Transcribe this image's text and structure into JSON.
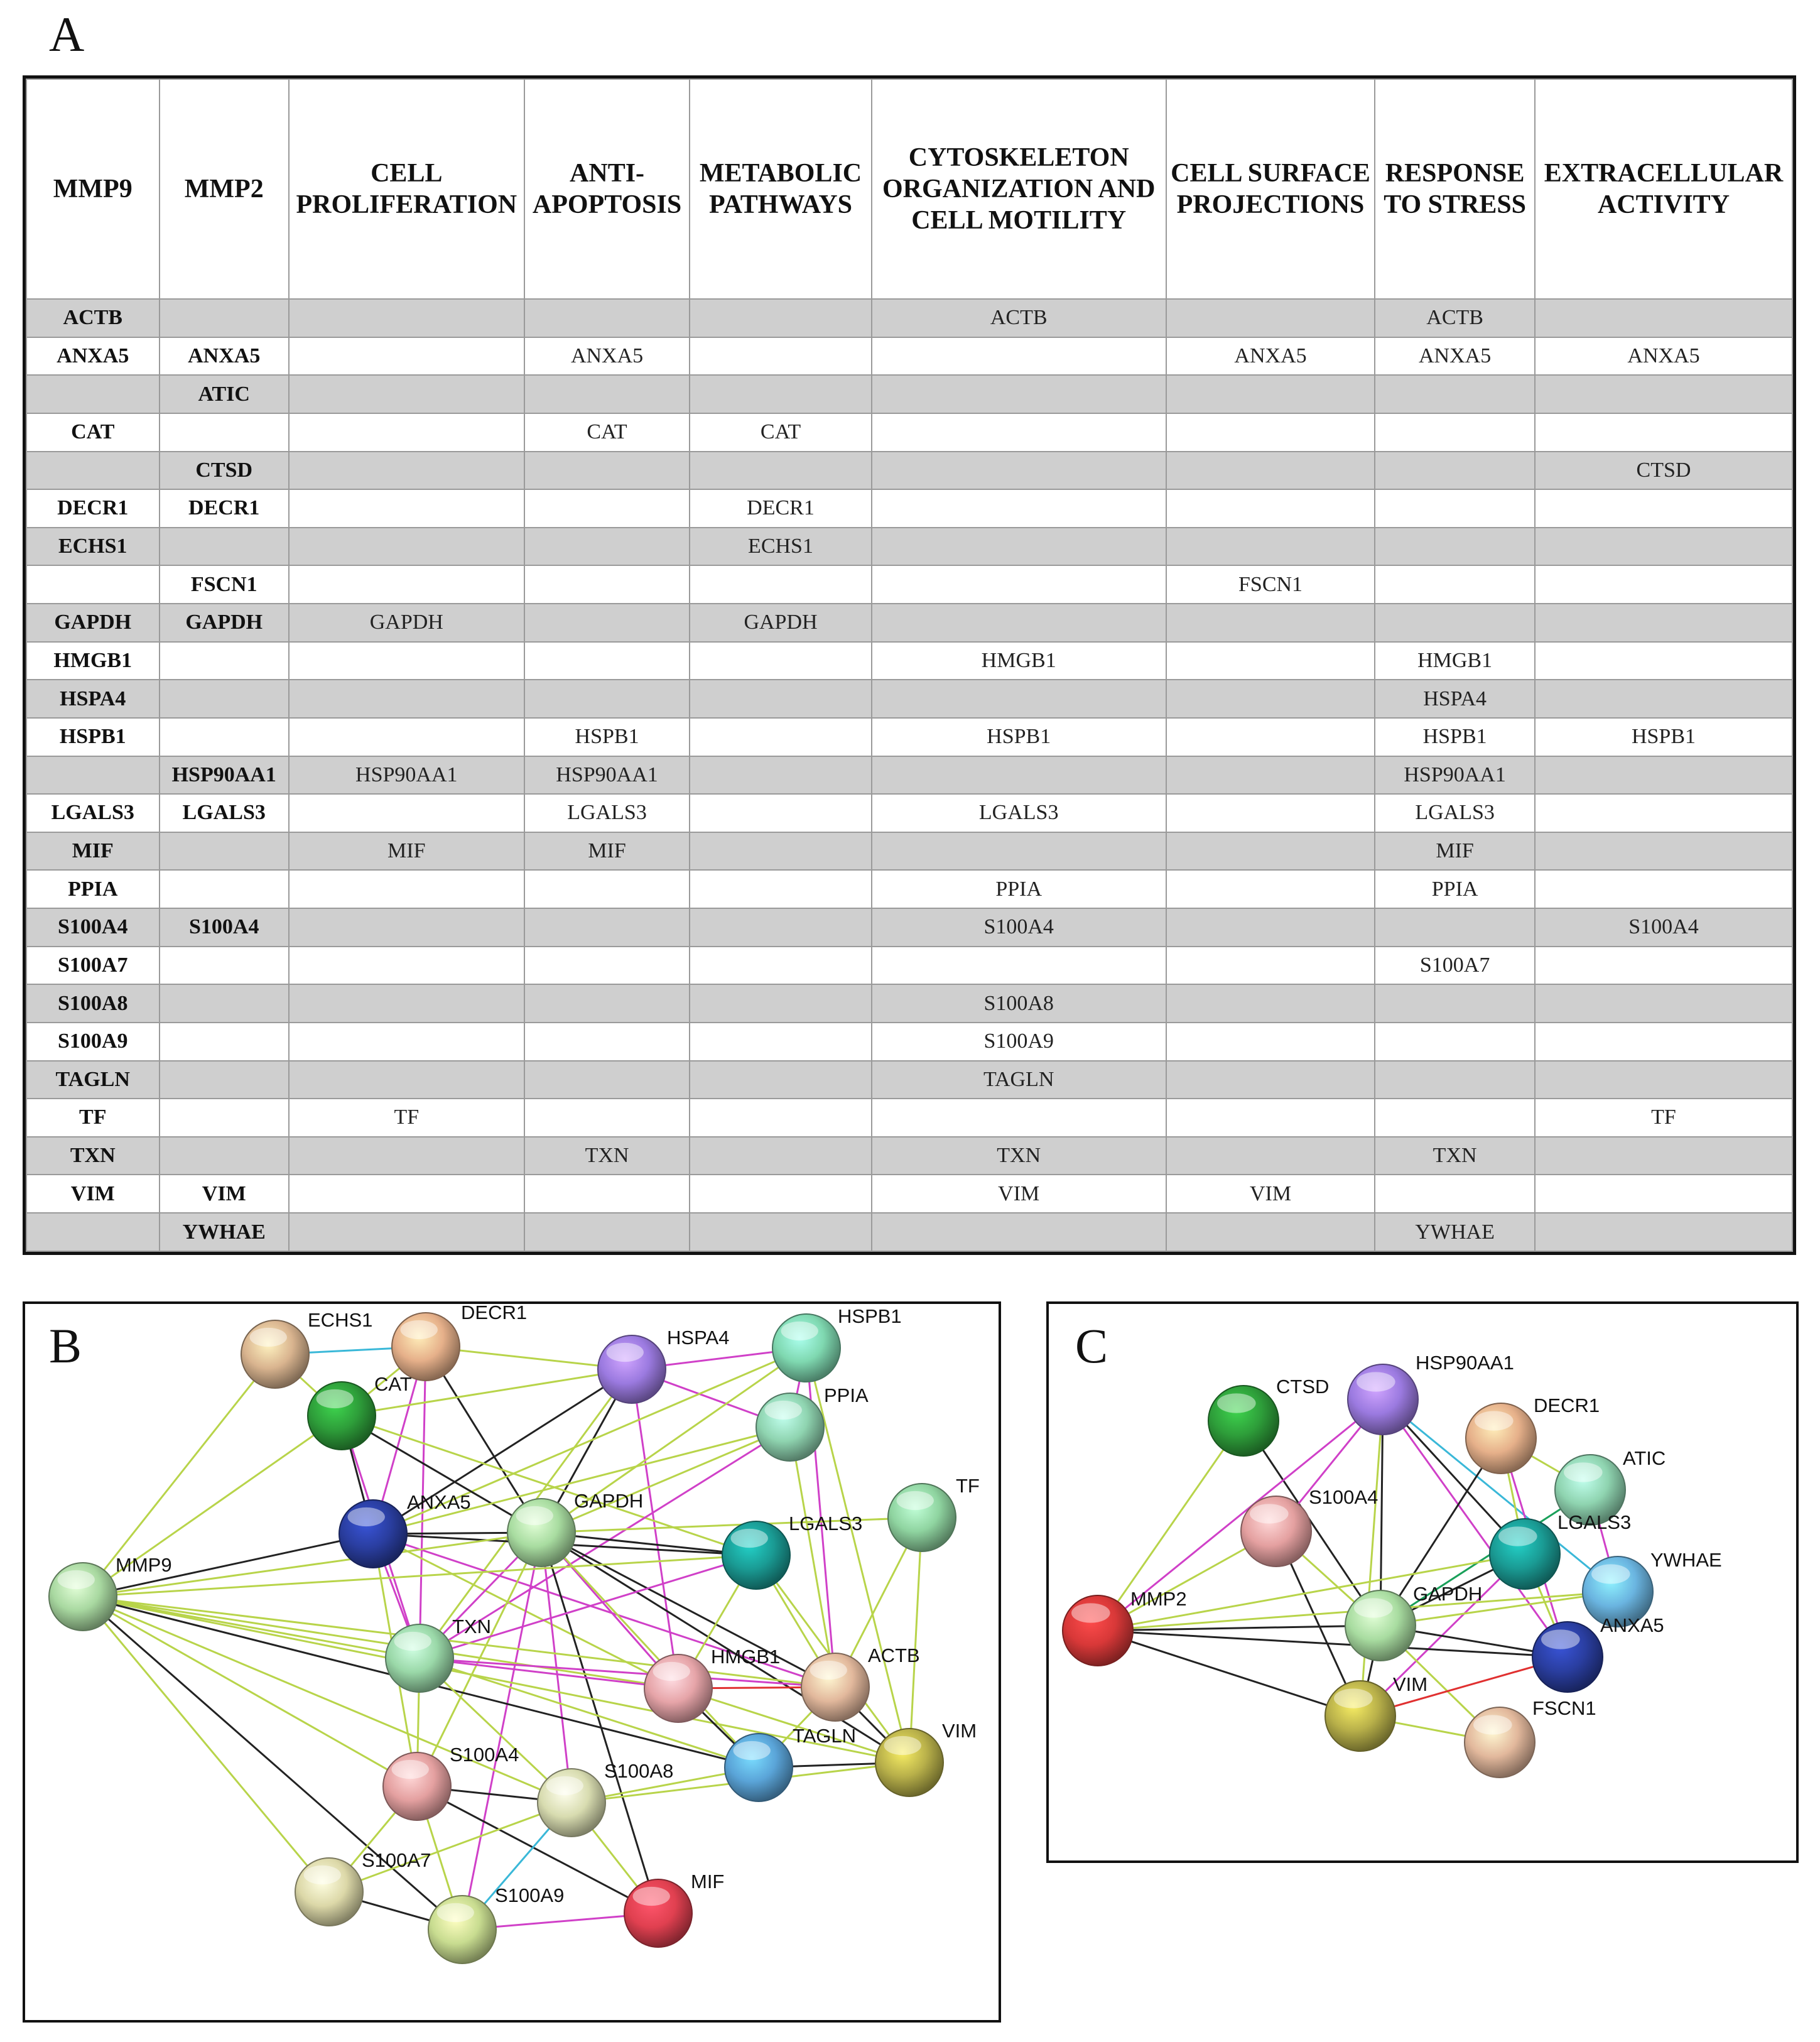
{
  "panels": {
    "a": "A",
    "b": "B",
    "c": "C"
  },
  "table": {
    "headers": [
      "MMP9",
      "MMP2",
      "CELL PROLIFERATION",
      "ANTI-APOPTOSIS",
      "METABOLIC PATHWAYS",
      "CYTOSKELETON ORGANIZATION AND CELL MOTILITY",
      "CELL SURFACE PROJECTIONS",
      "RESPONSE TO STRESS",
      "EXTRACELLULAR ACTIVITY"
    ],
    "rows": [
      [
        "ACTB",
        "",
        "",
        "",
        "",
        "ACTB",
        "",
        "ACTB",
        ""
      ],
      [
        "ANXA5",
        "ANXA5",
        "",
        "ANXA5",
        "",
        "",
        "ANXA5",
        "ANXA5",
        "ANXA5"
      ],
      [
        "",
        "ATIC",
        "",
        "",
        "",
        "",
        "",
        "",
        ""
      ],
      [
        "CAT",
        "",
        "",
        "CAT",
        "CAT",
        "",
        "",
        "",
        ""
      ],
      [
        "",
        "CTSD",
        "",
        "",
        "",
        "",
        "",
        "",
        "CTSD"
      ],
      [
        "DECR1",
        "DECR1",
        "",
        "",
        "DECR1",
        "",
        "",
        "",
        ""
      ],
      [
        "ECHS1",
        "",
        "",
        "",
        "ECHS1",
        "",
        "",
        "",
        ""
      ],
      [
        "",
        "FSCN1",
        "",
        "",
        "",
        "",
        "FSCN1",
        "",
        ""
      ],
      [
        "GAPDH",
        "GAPDH",
        "GAPDH",
        "",
        "GAPDH",
        "",
        "",
        "",
        ""
      ],
      [
        "HMGB1",
        "",
        "",
        "",
        "",
        "HMGB1",
        "",
        "HMGB1",
        ""
      ],
      [
        "HSPA4",
        "",
        "",
        "",
        "",
        "",
        "",
        "HSPA4",
        ""
      ],
      [
        "HSPB1",
        "",
        "",
        "HSPB1",
        "",
        "HSPB1",
        "",
        "HSPB1",
        "HSPB1"
      ],
      [
        "",
        "HSP90AA1",
        "HSP90AA1",
        "HSP90AA1",
        "",
        "",
        "",
        "HSP90AA1",
        ""
      ],
      [
        "LGALS3",
        "LGALS3",
        "",
        "LGALS3",
        "",
        "LGALS3",
        "",
        "LGALS3",
        ""
      ],
      [
        "MIF",
        "",
        "MIF",
        "MIF",
        "",
        "",
        "",
        "MIF",
        ""
      ],
      [
        "PPIA",
        "",
        "",
        "",
        "",
        "PPIA",
        "",
        "PPIA",
        ""
      ],
      [
        "S100A4",
        "S100A4",
        "",
        "",
        "",
        "S100A4",
        "",
        "",
        "S100A4"
      ],
      [
        "S100A7",
        "",
        "",
        "",
        "",
        "",
        "",
        "S100A7",
        ""
      ],
      [
        "S100A8",
        "",
        "",
        "",
        "",
        "S100A8",
        "",
        "",
        ""
      ],
      [
        "S100A9",
        "",
        "",
        "",
        "",
        "S100A9",
        "",
        "",
        ""
      ],
      [
        "TAGLN",
        "",
        "",
        "",
        "",
        "TAGLN",
        "",
        "",
        ""
      ],
      [
        "TF",
        "",
        "TF",
        "",
        "",
        "",
        "",
        "",
        "TF"
      ],
      [
        "TXN",
        "",
        "",
        "TXN",
        "",
        "TXN",
        "",
        "TXN",
        ""
      ],
      [
        "VIM",
        "VIM",
        "",
        "",
        "",
        "VIM",
        "VIM",
        "",
        ""
      ],
      [
        "",
        "YWHAE",
        "",
        "",
        "",
        "",
        "",
        "YWHAE",
        ""
      ]
    ]
  },
  "network_b": {
    "nodes": [
      {
        "id": "ECHS1",
        "label": "ECHS1",
        "color": "#d9b48f"
      },
      {
        "id": "DECR1",
        "label": "DECR1",
        "color": "#e6b08a"
      },
      {
        "id": "HSPA4",
        "label": "HSPA4",
        "color": "#9b7ae0"
      },
      {
        "id": "HSPB1",
        "label": "HSPB1",
        "color": "#7fd8b0"
      },
      {
        "id": "CAT",
        "label": "CAT",
        "color": "#2e9e3a"
      },
      {
        "id": "PPIA",
        "label": "PPIA",
        "color": "#8fd4b0"
      },
      {
        "id": "TF",
        "label": "TF",
        "color": "#8fd4a0"
      },
      {
        "id": "ANXA5",
        "label": "ANXA5",
        "color": "#2a3ea0"
      },
      {
        "id": "GAPDH",
        "label": "GAPDH",
        "color": "#a8dca0"
      },
      {
        "id": "LGALS3",
        "label": "LGALS3",
        "color": "#1a9b94"
      },
      {
        "id": "MMP9",
        "label": "MMP9",
        "color": "#a8d8a0"
      },
      {
        "id": "TXN",
        "label": "TXN",
        "color": "#9ad8a8"
      },
      {
        "id": "HMGB1",
        "label": "HMGB1",
        "color": "#e6a4a8"
      },
      {
        "id": "ACTB",
        "label": "ACTB",
        "color": "#e2b89c"
      },
      {
        "id": "VIM",
        "label": "VIM",
        "color": "#b8b04a"
      },
      {
        "id": "TAGLN",
        "label": "TAGLN",
        "color": "#5aa4d8"
      },
      {
        "id": "S100A4",
        "label": "S100A4",
        "color": "#e4a0a0"
      },
      {
        "id": "S100A8",
        "label": "S100A8",
        "color": "#d8dcb0"
      },
      {
        "id": "S100A7",
        "label": "S100A7",
        "color": "#dcd8a8"
      },
      {
        "id": "S100A9",
        "label": "S100A9",
        "color": "#c8dc90"
      },
      {
        "id": "MIF",
        "label": "MIF",
        "color": "#e04050"
      }
    ],
    "edges": [
      [
        "ECHS1",
        "DECR1",
        "#3ab8d8"
      ],
      [
        "ECHS1",
        "MMP9",
        "#b8d44a"
      ],
      [
        "ECHS1",
        "CAT",
        "#b8d44a"
      ],
      [
        "DECR1",
        "CAT",
        "#b8d44a"
      ],
      [
        "DECR1",
        "ANXA5",
        "#d040c8"
      ],
      [
        "DECR1",
        "GAPDH",
        "#222222"
      ],
      [
        "DECR1",
        "TXN",
        "#d040c8"
      ],
      [
        "DECR1",
        "HSPA4",
        "#b8d44a"
      ],
      [
        "HSPA4",
        "HSPB1",
        "#d040c8"
      ],
      [
        "HSPA4",
        "GAPDH",
        "#222222"
      ],
      [
        "HSPA4",
        "ANXA5",
        "#222222"
      ],
      [
        "HSPA4",
        "PPIA",
        "#d040c8"
      ],
      [
        "HSPA4",
        "TXN",
        "#b8d44a"
      ],
      [
        "HSPA4",
        "HMGB1",
        "#d040c8"
      ],
      [
        "HSPA4",
        "CAT",
        "#b8d44a"
      ],
      [
        "HSPB1",
        "PPIA",
        "#d040c8"
      ],
      [
        "HSPB1",
        "GAPDH",
        "#b8d44a"
      ],
      [
        "HSPB1",
        "ACTB",
        "#d040c8"
      ],
      [
        "HSPB1",
        "VIM",
        "#b8d44a"
      ],
      [
        "HSPB1",
        "ANXA5",
        "#b8d44a"
      ],
      [
        "CAT",
        "MMP9",
        "#b8d44a"
      ],
      [
        "CAT",
        "GAPDH",
        "#222222"
      ],
      [
        "CAT",
        "TXN",
        "#d040c8"
      ],
      [
        "CAT",
        "ANXA5",
        "#222222"
      ],
      [
        "CAT",
        "LGALS3",
        "#b8d44a"
      ],
      [
        "PPIA",
        "GAPDH",
        "#b8d44a"
      ],
      [
        "PPIA",
        "ANXA5",
        "#b8d44a"
      ],
      [
        "PPIA",
        "TXN",
        "#d040c8"
      ],
      [
        "PPIA",
        "ACTB",
        "#b8d44a"
      ],
      [
        "TF",
        "GAPDH",
        "#b8d44a"
      ],
      [
        "TF",
        "ACTB",
        "#b8d44a"
      ],
      [
        "TF",
        "VIM",
        "#b8d44a"
      ],
      [
        "ANXA5",
        "GAPDH",
        "#222222"
      ],
      [
        "ANXA5",
        "LGALS3",
        "#222222"
      ],
      [
        "ANXA5",
        "TXN",
        "#d040c8"
      ],
      [
        "ANXA5",
        "HMGB1",
        "#b8d44a"
      ],
      [
        "ANXA5",
        "ACTB",
        "#d040c8"
      ],
      [
        "ANXA5",
        "S100A4",
        "#b8d44a"
      ],
      [
        "ANXA5",
        "MMP9",
        "#222222"
      ],
      [
        "GAPDH",
        "LGALS3",
        "#222222"
      ],
      [
        "GAPDH",
        "TXN",
        "#d040c8"
      ],
      [
        "GAPDH",
        "HMGB1",
        "#d040c8"
      ],
      [
        "GAPDH",
        "ACTB",
        "#222222"
      ],
      [
        "GAPDH",
        "VIM",
        "#222222"
      ],
      [
        "GAPDH",
        "TAGLN",
        "#b8d44a"
      ],
      [
        "GAPDH",
        "MMP9",
        "#b8d44a"
      ],
      [
        "GAPDH",
        "S100A8",
        "#d040c8"
      ],
      [
        "GAPDH",
        "S100A9",
        "#d040c8"
      ],
      [
        "GAPDH",
        "MIF",
        "#222222"
      ],
      [
        "GAPDH",
        "S100A4",
        "#b8d44a"
      ],
      [
        "LGALS3",
        "ACTB",
        "#b8d44a"
      ],
      [
        "LGALS3",
        "VIM",
        "#b8d44a"
      ],
      [
        "LGALS3",
        "HMGB1",
        "#b8d44a"
      ],
      [
        "LGALS3",
        "TXN",
        "#d040c8"
      ],
      [
        "MMP9",
        "TXN",
        "#b8d44a"
      ],
      [
        "MMP9",
        "HMGB1",
        "#b8d44a"
      ],
      [
        "MMP9",
        "ACTB",
        "#b8d44a"
      ],
      [
        "MMP9",
        "S100A4",
        "#b8d44a"
      ],
      [
        "MMP9",
        "S100A8",
        "#b8d44a"
      ],
      [
        "MMP9",
        "S100A7",
        "#b8d44a"
      ],
      [
        "MMP9",
        "S100A9",
        "#222222"
      ],
      [
        "MMP9",
        "VIM",
        "#b8d44a"
      ],
      [
        "MMP9",
        "TAGLN",
        "#222222"
      ],
      [
        "MMP9",
        "LGALS3",
        "#b8d44a"
      ],
      [
        "TXN",
        "HMGB1",
        "#d040c8"
      ],
      [
        "TXN",
        "ACTB",
        "#d040c8"
      ],
      [
        "TXN",
        "S100A4",
        "#b8d44a"
      ],
      [
        "TXN",
        "S100A8",
        "#b8d44a"
      ],
      [
        "TXN",
        "TAGLN",
        "#b8d44a"
      ],
      [
        "HMGB1",
        "ACTB",
        "#e03030"
      ],
      [
        "HMGB1",
        "VIM",
        "#b8d44a"
      ],
      [
        "HMGB1",
        "TAGLN",
        "#222222"
      ],
      [
        "ACTB",
        "VIM",
        "#222222"
      ],
      [
        "ACTB",
        "TAGLN",
        "#b8d44a"
      ],
      [
        "VIM",
        "TAGLN",
        "#222222"
      ],
      [
        "VIM",
        "S100A8",
        "#b8d44a"
      ],
      [
        "S100A4",
        "S100A8",
        "#222222"
      ],
      [
        "S100A4",
        "S100A7",
        "#b8d44a"
      ],
      [
        "S100A4",
        "S100A9",
        "#b8d44a"
      ],
      [
        "S100A4",
        "MIF",
        "#222222"
      ],
      [
        "S100A8",
        "S100A9",
        "#3ab8d8"
      ],
      [
        "S100A8",
        "S100A7",
        "#b8d44a"
      ],
      [
        "S100A8",
        "MIF",
        "#b8d44a"
      ],
      [
        "S100A8",
        "TAGLN",
        "#b8d44a"
      ],
      [
        "S100A7",
        "S100A9",
        "#222222"
      ],
      [
        "S100A9",
        "MIF",
        "#d040c8"
      ]
    ]
  },
  "network_c": {
    "nodes": [
      {
        "id": "CTSD",
        "label": "CTSD",
        "color": "#2e9e3a"
      },
      {
        "id": "HSP90AA1",
        "label": "HSP90AA1",
        "color": "#9b7ae0"
      },
      {
        "id": "DECR1",
        "label": "DECR1",
        "color": "#e6b08a"
      },
      {
        "id": "ATIC",
        "label": "ATIC",
        "color": "#8fd4b0"
      },
      {
        "id": "S100A4",
        "label": "S100A4",
        "color": "#e4a0a0"
      },
      {
        "id": "LGALS3",
        "label": "LGALS3",
        "color": "#1a9b94"
      },
      {
        "id": "YWHAE",
        "label": "YWHAE",
        "color": "#6ab4e0"
      },
      {
        "id": "MMP2",
        "label": "MMP2",
        "color": "#d83838"
      },
      {
        "id": "GAPDH",
        "label": "GAPDH",
        "color": "#a8dca0"
      },
      {
        "id": "ANXA5",
        "label": "ANXA5",
        "color": "#2a3ea0"
      },
      {
        "id": "VIM",
        "label": "VIM",
        "color": "#b8b04a"
      },
      {
        "id": "FSCN1",
        "label": "FSCN1",
        "color": "#e2b89c"
      }
    ],
    "edges": [
      [
        "CTSD",
        "MMP2",
        "#b8d44a"
      ],
      [
        "CTSD",
        "GAPDH",
        "#222222"
      ],
      [
        "HSP90AA1",
        "S100A4",
        "#d040c8"
      ],
      [
        "HSP90AA1",
        "GAPDH",
        "#222222"
      ],
      [
        "HSP90AA1",
        "LGALS3",
        "#222222"
      ],
      [
        "HSP90AA1",
        "YWHAE",
        "#3ab8d8"
      ],
      [
        "HSP90AA1",
        "ANXA5",
        "#d040c8"
      ],
      [
        "HSP90AA1",
        "MMP2",
        "#d040c8"
      ],
      [
        "HSP90AA1",
        "VIM",
        "#b8d44a"
      ],
      [
        "DECR1",
        "ATIC",
        "#b8d44a"
      ],
      [
        "DECR1",
        "GAPDH",
        "#222222"
      ],
      [
        "DECR1",
        "LGALS3",
        "#b8d44a"
      ],
      [
        "DECR1",
        "ANXA5",
        "#d040c8"
      ],
      [
        "ATIC",
        "GAPDH",
        "#1aa05a"
      ],
      [
        "ATIC",
        "YWHAE",
        "#d040c8"
      ],
      [
        "S100A4",
        "MMP2",
        "#b8d44a"
      ],
      [
        "S100A4",
        "VIM",
        "#222222"
      ],
      [
        "S100A4",
        "GAPDH",
        "#b8d44a"
      ],
      [
        "LGALS3",
        "GAPDH",
        "#222222"
      ],
      [
        "LGALS3",
        "MMP2",
        "#b8d44a"
      ],
      [
        "LGALS3",
        "VIM",
        "#d040c8"
      ],
      [
        "LGALS3",
        "ANXA5",
        "#b8d44a"
      ],
      [
        "MMP2",
        "GAPDH",
        "#222222"
      ],
      [
        "MMP2",
        "ANXA5",
        "#222222"
      ],
      [
        "MMP2",
        "VIM",
        "#222222"
      ],
      [
        "MMP2",
        "YWHAE",
        "#b8d44a"
      ],
      [
        "GAPDH",
        "ANXA5",
        "#222222"
      ],
      [
        "GAPDH",
        "VIM",
        "#222222"
      ],
      [
        "GAPDH",
        "YWHAE",
        "#b8d44a"
      ],
      [
        "GAPDH",
        "FSCN1",
        "#b8d44a"
      ],
      [
        "ANXA5",
        "VIM",
        "#e03030"
      ],
      [
        "VIM",
        "FSCN1",
        "#b8d44a"
      ]
    ]
  }
}
